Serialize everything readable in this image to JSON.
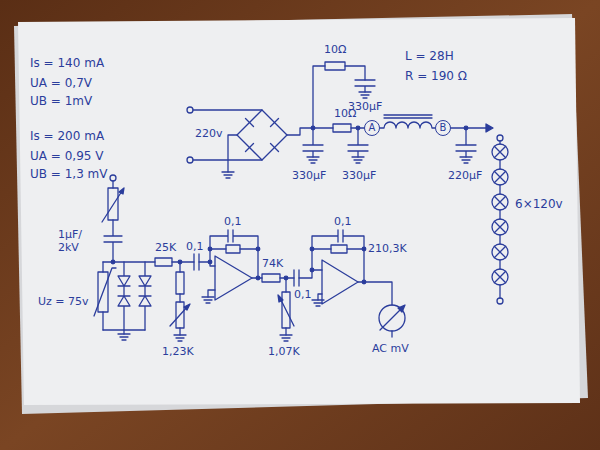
{
  "diagram": {
    "nodes": [
      {
        "text": [
          "A"
        ]
      },
      {
        "text": [
          "B"
        ]
      }
    ],
    "labels": [
      "Is = 140 mA",
      "UA = 0,7V",
      "UB = 1mV",
      "Is = 200 mA",
      "UA = 0,95 V",
      "UB = 1,3 mV",
      "10Ω",
      "330µF",
      "L = 28H",
      "R = 190 Ω",
      "220v",
      "10Ω",
      "330µF",
      "330µF",
      "220µF",
      "6×120v",
      "1µF/ 2kV",
      "Uz = 75v",
      "25K",
      "0,1",
      "0,1",
      "1,23K",
      "74K",
      "0,1",
      "210,3K",
      "0,1",
      "1,07K",
      "AC mV"
    ]
  }
}
